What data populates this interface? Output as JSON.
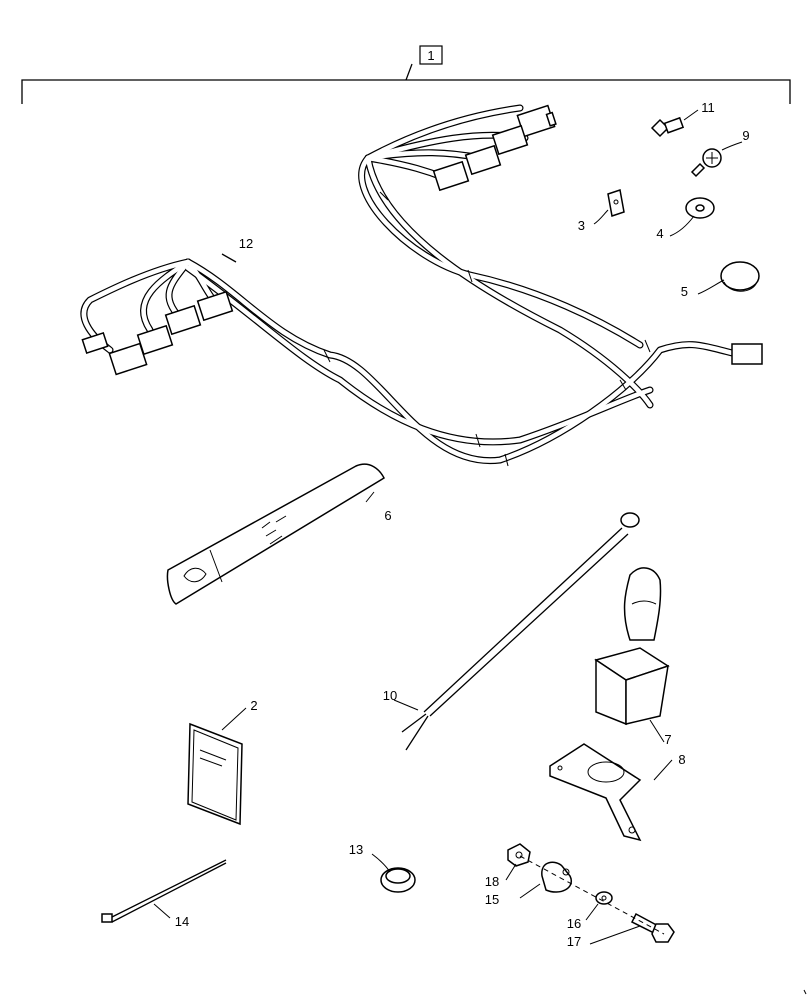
{
  "assembly_label": "1",
  "callouts": {
    "c2": "2",
    "c3": "3",
    "c4": "4",
    "c5": "5",
    "c6": "6",
    "c7": "7",
    "c8": "8",
    "c9": "9",
    "c10": "10",
    "c11": "11",
    "c12": "12",
    "c13": "13",
    "c14": "14",
    "c15": "15",
    "c16": "16",
    "c17": "17",
    "c18": "18"
  },
  "colors": {
    "line": "#000000",
    "background": "#ffffff"
  }
}
